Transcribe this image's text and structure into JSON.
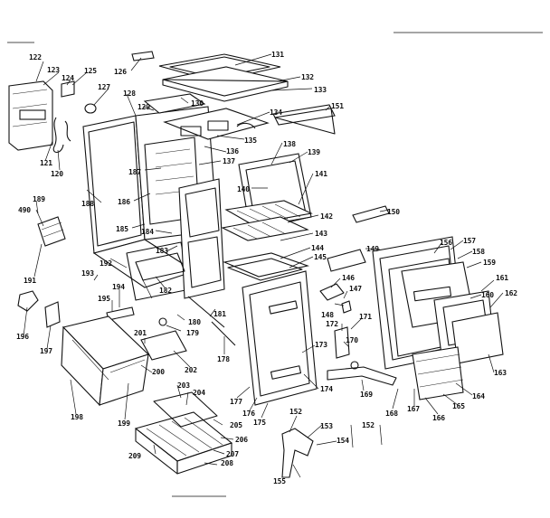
{
  "callouts": {
    "c122": "122",
    "c123": "123",
    "c124": "124",
    "c125": "125",
    "c126": "126",
    "c127": "127",
    "c128": "128",
    "c129": "129",
    "c130": "130",
    "c131": "131",
    "c132": "132",
    "c133": "133",
    "c134": "134",
    "c135": "135",
    "c136": "136",
    "c137": "137",
    "c138": "138",
    "c139": "139",
    "c140": "140",
    "c141": "141",
    "c142": "142",
    "c143": "143",
    "c144": "144",
    "c145": "145",
    "c146": "146",
    "c147": "147",
    "c148": "148",
    "c149": "149",
    "c150": "150",
    "c151": "151",
    "c152": "152",
    "c152b": "152",
    "c153": "153",
    "c154": "154",
    "c155": "155",
    "c156": "156",
    "c157": "157",
    "c158": "158",
    "c159": "159",
    "c160": "160",
    "c161": "161",
    "c162": "162",
    "c163": "163",
    "c164": "164",
    "c165": "165",
    "c166": "166",
    "c167": "167",
    "c168": "168",
    "c169": "169",
    "c170": "170",
    "c171": "171",
    "c172": "172",
    "c173": "173",
    "c174": "174",
    "c175": "175",
    "c176": "176",
    "c177": "177",
    "c178": "178",
    "c179": "179",
    "c180": "180",
    "c181": "181",
    "c182": "182",
    "c183": "183",
    "c184": "184",
    "c185": "185",
    "c186": "186",
    "c187": "187",
    "c188": "188",
    "c189": "189",
    "c490": "490",
    "c191": "191",
    "c192": "192",
    "c193": "193",
    "c194": "194",
    "c195": "195",
    "c196": "196",
    "c197": "197",
    "c198": "198",
    "c199": "199",
    "c200": "200",
    "c201": "201",
    "c202": "202",
    "c203": "203",
    "c204": "204",
    "c205": "205",
    "c206": "206",
    "c207": "207",
    "c208": "208",
    "c209": "209",
    "c120": "120",
    "c121": "121"
  }
}
